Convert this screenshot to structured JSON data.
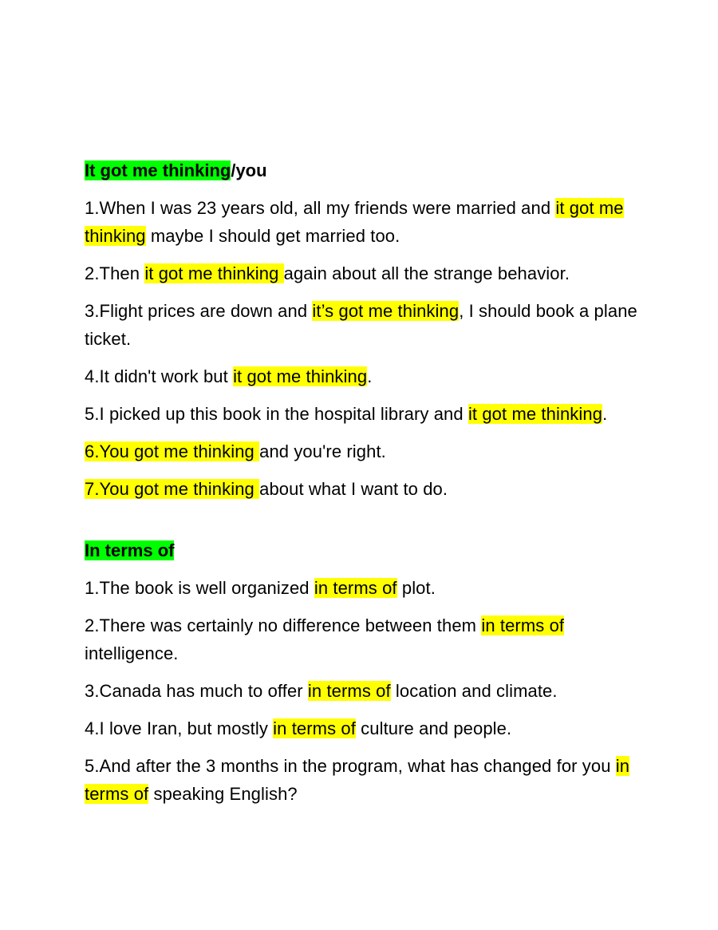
{
  "colors": {
    "heading_highlight": "#00ff00",
    "phrase_highlight": "#ffff00"
  },
  "sections": [
    {
      "heading": {
        "highlighted": "It got me thinking",
        "rest": "/you"
      },
      "items": [
        {
          "pre": "1.When I was 23 years old, all my friends were married and ",
          "hl": "it got me thinking",
          "post": " maybe I should get married too."
        },
        {
          "pre": "2.Then ",
          "hl": "it got me thinking ",
          "post": "again about all the strange behavior."
        },
        {
          "pre": "3.Flight prices are down and ",
          "hl": "it’s got me thinking",
          "post": ", I should book a plane ticket."
        },
        {
          "pre": "4.It didn't work but ",
          "hl": "it got me thinking",
          "post": "."
        },
        {
          "pre": "5.I picked up this book in the hospital library and ",
          "hl": "it got me thinking",
          "post": "."
        },
        {
          "pre": "",
          "hl": "6.You got me thinking ",
          "post": "and you're right."
        },
        {
          "pre": "",
          "hl": "7.You got me thinking ",
          "post": "about what I want to do."
        }
      ]
    },
    {
      "heading": {
        "highlighted": "In terms of",
        "rest": ""
      },
      "items": [
        {
          "pre": "1.The book is well organized ",
          "hl": "in terms of",
          "post": " plot."
        },
        {
          "pre": "2.There was certainly no difference between them ",
          "hl": "in terms of",
          "post": " intelligence."
        },
        {
          "pre": "3.Canada has much to offer ",
          "hl": "in terms of",
          "post": " location and climate."
        },
        {
          "pre": "4.I love Iran, but mostly ",
          "hl": "in terms of",
          "post": " culture and people."
        },
        {
          "pre": "5.And after the 3 months in the program, what has changed for you ",
          "hl": "in terms of",
          "post": " speaking English?"
        }
      ]
    }
  ]
}
